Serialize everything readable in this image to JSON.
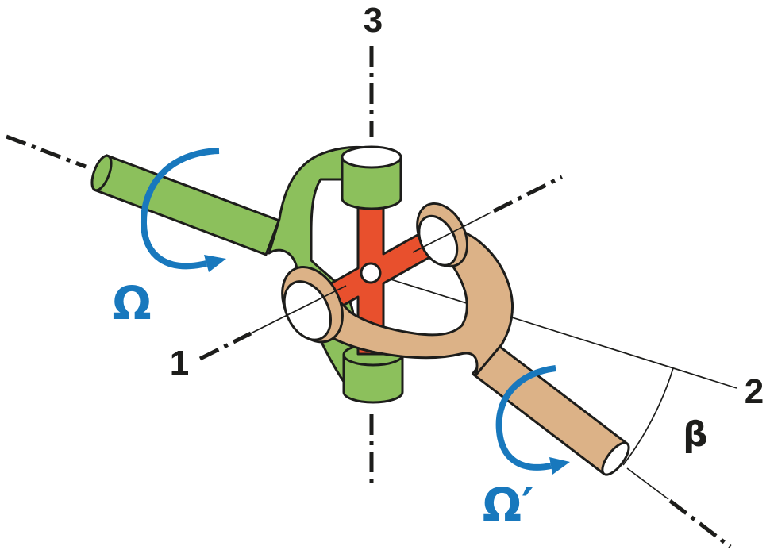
{
  "page": {
    "background": "#ffffff"
  },
  "diagram": {
    "type": "universal-joint-kinematics",
    "labels": {
      "axis_top": "3",
      "axis_left": "1",
      "axis_right": "2",
      "angle": "β",
      "omega_left": "Ω",
      "omega_right": "Ω′"
    },
    "colors": {
      "green": "#8cc05c",
      "tan": "#dcb287",
      "red": "#e8502d",
      "blue": "#1878bd",
      "outline": "#1d1d1b",
      "white": "#ffffff"
    }
  }
}
